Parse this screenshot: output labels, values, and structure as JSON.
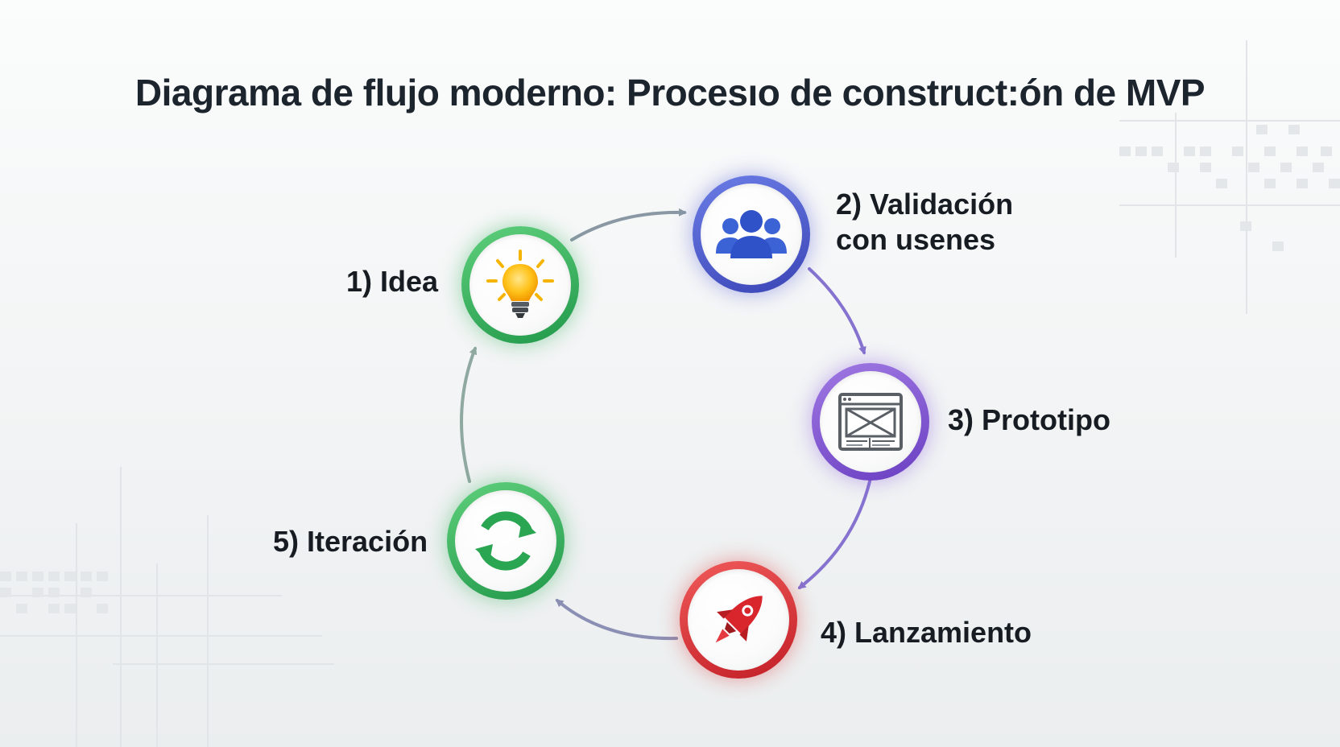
{
  "title": "Diagrama de flujo moderno: Procesıo de construct:ón de MVP",
  "steps": [
    {
      "label": "1) Idea",
      "icon": "lightbulb-icon",
      "color": "#2aa552"
    },
    {
      "label_line1": "2) Validación",
      "label_line2": "con usenes",
      "icon": "users-group-icon",
      "color": "#4a56c8"
    },
    {
      "label": "3) Prototipo",
      "icon": "wireframe-icon",
      "color": "#7b4fd0"
    },
    {
      "label": "4) Lanzamiento",
      "icon": "rocket-icon",
      "color": "#d6262c"
    },
    {
      "label": "5) Iteración",
      "icon": "refresh-cycle-icon",
      "color": "#2aa552"
    }
  ]
}
